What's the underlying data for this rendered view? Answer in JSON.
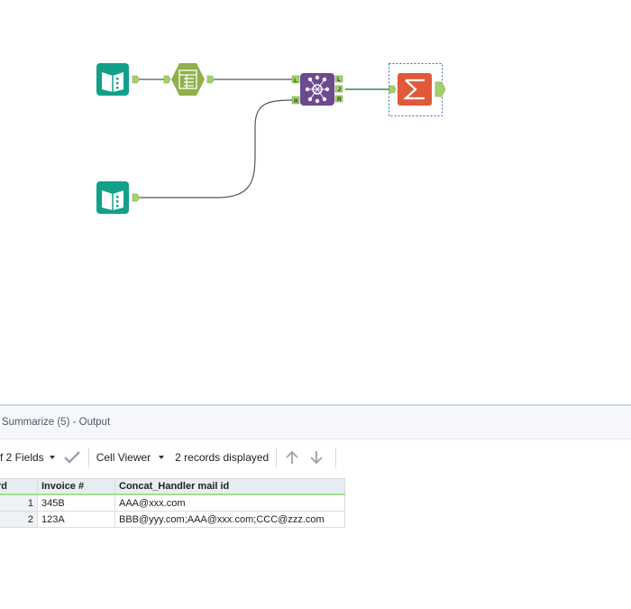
{
  "workflow": {
    "connector_labels": {
      "left": "L",
      "join": "J",
      "right": "R"
    },
    "tools": [
      {
        "id": "input-1",
        "type": "input"
      },
      {
        "id": "text-to-columns",
        "type": "parse"
      },
      {
        "id": "join",
        "type": "join"
      },
      {
        "id": "summarize",
        "type": "summarize"
      },
      {
        "id": "input-2",
        "type": "input"
      }
    ],
    "colors": {
      "input": "#12a08a",
      "parse": "#8fb04a",
      "join": "#6b4a8f",
      "summarize": "#e0593a",
      "anchor": "#a3d16a",
      "connection": "#555555",
      "selected_connection": "#2e8b57"
    }
  },
  "results": {
    "title": "Summarize (5) - Output",
    "toolbar": {
      "fields_label": "f 2 Fields",
      "cell_viewer_label": "Cell Viewer",
      "records_displayed": "2 records displayed"
    },
    "table": {
      "columns": [
        "rd",
        "Invoice #",
        "Concat_Handler mail id"
      ],
      "rows": [
        {
          "record": "1",
          "invoice": "345B",
          "mail": "AAA@xxx.com"
        },
        {
          "record": "2",
          "invoice": "123A",
          "mail": "BBB@yyy.com;AAA@xxx.com;CCC@zzz.com"
        }
      ]
    }
  }
}
